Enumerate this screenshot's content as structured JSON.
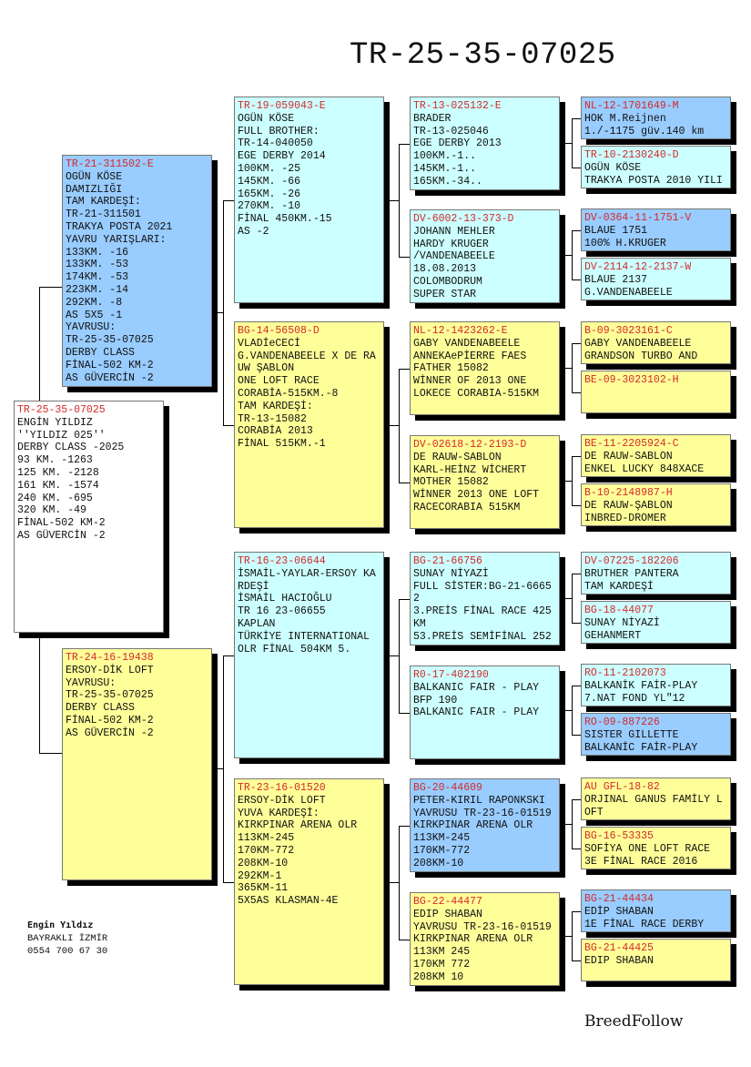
{
  "title": "TR-25-35-07025",
  "colors": {
    "white": "#ffffff",
    "cyan": "#ccffff",
    "yellow": "#ffff99",
    "blue": "#99ccff",
    "ring_text": "#d42b2b"
  },
  "pedigree": {
    "subject": {
      "color": "white",
      "lines": [
        "TR-25-35-07025",
        "ENGİN YILDIZ",
        " ''YILDIZ 025''",
        "DERBY CLASS -2025",
        "93 KM.   -1263",
        "125 KM.  -2128",
        "161 KM.  -1574",
        "240 KM.  -695",
        "320 KM.  -49",
        "FİNAL-502 KM-2",
        "AS GÜVERCİN -2"
      ]
    },
    "sire": {
      "color": "blue",
      "lines": [
        "TR-21-311502-E",
        "OGÜN KÖSE",
        "DAMIZLIĞI",
        "TAM KARDEŞİ:",
        "TR-21-311501",
        "TRAKYA POSTA 2021",
        "YAVRU YARIŞLARI:",
        "133KM. -16",
        "133KM. -53",
        "174KM. -53",
        "223KM. -14",
        "292KM. -8",
        "AS 5X5 -1",
        "YAVRUSU:",
        "TR-25-35-07025",
        "DERBY CLASS",
        "FİNAL-502 KM-2",
        "AS GÜVERCİN -2"
      ]
    },
    "dam": {
      "color": "yellow",
      "lines": [
        "TR-24-16-19438",
        "ERSOY-DİK LOFT",
        "YAVRUSU:",
        "TR-25-35-07025",
        "DERBY CLASS",
        "FİNAL-502 KM-2",
        "AS GÜVERCİN -2"
      ]
    },
    "gen2": [
      {
        "color": "cyan",
        "lines": [
          "TR-19-059043-E",
          "OGÜN KÖSE",
          "FULL BROTHER:",
          "TR-14-040050",
          "EGE DERBY 2014",
          "100KM. -25",
          "145KM. -66",
          "165KM. -26",
          "270KM. -10",
          "FİNAL 450KM.-15",
          "AS -2"
        ]
      },
      {
        "color": "yellow",
        "lines": [
          "BG-14-56508-D",
          "VLADİeCECİ",
          "G.VANDENABEELE X DE RA",
          "UW ŞABLON",
          "ONE LOFT RACE",
          "CORABİA-515KM.-8",
          "TAM KARDEŞİ:",
          "TR-13-15082",
          "CORABİA 2013",
          "FİNAL 515KM.-1"
        ]
      },
      {
        "color": "cyan",
        "lines": [
          "TR-16-23-06644",
          "İSMAİL-YAYLAR-ERSOY KA",
          "RDEŞİ",
          "İSMAİL HACIOĞLU",
          "TR 16 23-06655",
          "KAPLAN",
          "TÜRKİYE INTERNATIONAL",
          "OLR FİNAL 504KM 5."
        ]
      },
      {
        "color": "yellow",
        "lines": [
          "TR-23-16-01520",
          "ERSOY-DİK LOFT",
          "YUVA KARDEŞİ:",
          "KIRKPINAR ARENA OLR",
          "113KM-245",
          "170KM-772",
          "208KM-10",
          "292KM-1",
          "365KM-11",
          "5X5AS KLASMAN-4E"
        ]
      }
    ],
    "gen3": [
      {
        "color": "cyan",
        "lines": [
          "TR-13-025132-E",
          "BRADER",
          "TR-13-025046",
          "EGE DERBY 2013",
          "100KM.-1..",
          "145KM.-1..",
          "165KM.-34.."
        ]
      },
      {
        "color": "cyan",
        "lines": [
          "DV-6002-13-373-D",
          "JOHANN MEHLER",
          "HARDY KRUGER",
          "/VANDENABEELE",
          "18.08.2013",
          "COLOMBODRUM",
          "SUPER STAR"
        ]
      },
      {
        "color": "yellow",
        "lines": [
          "NL-12-1423262-E",
          "GABY VANDENABEELE",
          "ANNEKAePİERRE FAES",
          "FATHER 15082",
          "WİNNER OF 2013 ONE",
          "LOKECE CORABIA-515KM"
        ]
      },
      {
        "color": "yellow",
        "lines": [
          "DV-02618-12-2193-D",
          "DE RAUW-SABLON",
          "KARL-HEİNZ WİCHERT",
          "MOTHER 15082",
          "WİNNER 2013 ONE LOFT",
          "RACECORABIA 515KM"
        ]
      },
      {
        "color": "cyan",
        "lines": [
          "BG-21-66756",
          "SUNAY NİYAZİ",
          "FULL SİSTER:BG-21-6665",
          "2",
          "3.PREİS FİNAL RACE 425",
          "KM",
          "53.PREİS SEMİFİNAL 252"
        ]
      },
      {
        "color": "cyan",
        "lines": [
          "R0-17-402190",
          "BALKANIC FAIR - PLAY",
          "BFP 190",
          "BALKANIC FAIR - PLAY"
        ]
      },
      {
        "color": "blue",
        "lines": [
          "BG-20-44609",
          "PETER-KIRIL RAPONKSKI",
          "YAVRUSU TR-23-16-01519",
          "KIRKPINAR ARENA OLR",
          "113KM-245",
          "170KM-772",
          "208KM-10"
        ]
      },
      {
        "color": "yellow",
        "lines": [
          "BG-22-44477",
          "EDIP SHABAN",
          "YAVRUSU TR-23-16-01519",
          "KIRKPINAR ARENA OLR",
          "113KM 245",
          "170KM 772",
          "208KM 10"
        ]
      }
    ],
    "gen4": [
      {
        "color": "blue",
        "lines": [
          "NL-12-1701649-M",
          "HOK M.Reijnen",
          "1./-1175 güv.140 km"
        ]
      },
      {
        "color": "cyan",
        "lines": [
          "TR-10-2130240-D",
          "OGÜN KÖSE",
          "TRAKYA POSTA 2010 YILI"
        ]
      },
      {
        "color": "blue",
        "lines": [
          "DV-0364-11-1751-V",
          "BLAUE 1751",
          "100% H.KRUGER"
        ]
      },
      {
        "color": "cyan",
        "lines": [
          "DV-2114-12-2137-W",
          "BLAUE 2137",
          "G.VANDENABEELE"
        ]
      },
      {
        "color": "yellow",
        "lines": [
          "B-09-3023161-C",
          "GABY VANDENABEELE",
          "GRANDSON TURBO AND"
        ]
      },
      {
        "color": "yellow",
        "lines": [
          "BE-09-3023102-H"
        ]
      },
      {
        "color": "yellow",
        "lines": [
          "BE-11-2205924-C",
          "DE RAUW-SABLON",
          "ENKEL LUCKY 848XACE"
        ]
      },
      {
        "color": "yellow",
        "lines": [
          "B-10-2148987-H",
          "DE RAUW-ŞABLON",
          "INBRED-DROMER"
        ]
      },
      {
        "color": "cyan",
        "lines": [
          "DV-07225-182206",
          "BRUTHER PANTERA",
          "TAM KARDEŞİ"
        ]
      },
      {
        "color": "cyan",
        "lines": [
          "BG-18-44077",
          "SUNAY NİYAZİ",
          "GEHANMERT"
        ]
      },
      {
        "color": "cyan",
        "lines": [
          "RO-11-2102073",
          "BALKANİK FAİR-PLAY",
          "7.NAT FOND YL\"12"
        ]
      },
      {
        "color": "blue",
        "lines": [
          "RO-09-887226",
          "SISTER GILLETTE",
          "BALKANİC FAİR-PLAY"
        ]
      },
      {
        "color": "yellow",
        "lines": [
          "AU GFL-18-82",
          "ORJINAL GANUS FAMİLY L",
          "OFT"
        ]
      },
      {
        "color": "yellow",
        "lines": [
          "BG-16-53335",
          "SOFİYA ONE LOFT RACE",
          "3E FİNAL RACE 2016"
        ]
      },
      {
        "color": "blue",
        "lines": [
          "BG-21-44434",
          "EDİP SHABAN",
          "1E FİNAL RACE DERBY"
        ]
      },
      {
        "color": "yellow",
        "lines": [
          "BG-21-44425",
          "EDIP SHABAN"
        ]
      }
    ]
  },
  "footer": {
    "owner": "Engin Yıldız",
    "location": "BAYRAKLI İZMİR",
    "phone": "0554 700 67 30"
  },
  "brand": "BreedFollow"
}
